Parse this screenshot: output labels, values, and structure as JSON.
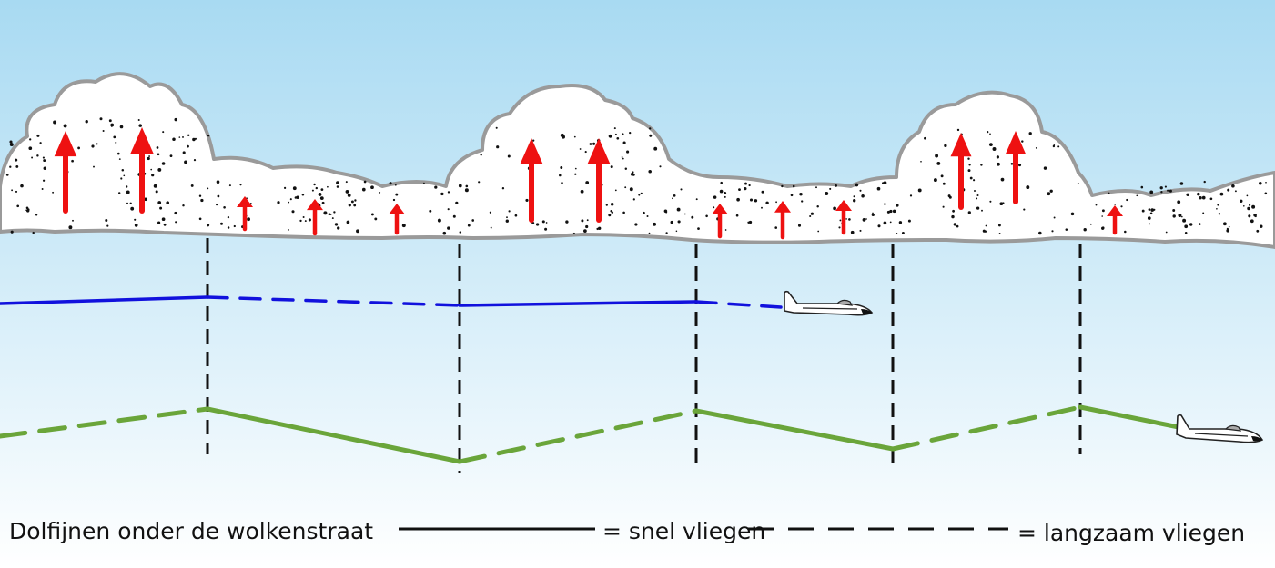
{
  "caption": "Dolfijnen onder de wolkenstraat",
  "legend": {
    "solid_label": "= snel vliegen",
    "dashed_label": "= langzaam vliegen"
  },
  "colors": {
    "sky_top": "#a8daf2",
    "sky_bottom": "#ffffff",
    "cloud_fill": "#ffffff",
    "cloud_outline": "#9a9a9a",
    "lift_arrow": "#ee1111",
    "path_upper": "#1111dd",
    "path_lower": "#6aa53a",
    "divider": "#111111"
  },
  "icons": [
    "glider-icon",
    "lift-arrow-icon",
    "cloud-icon"
  ]
}
